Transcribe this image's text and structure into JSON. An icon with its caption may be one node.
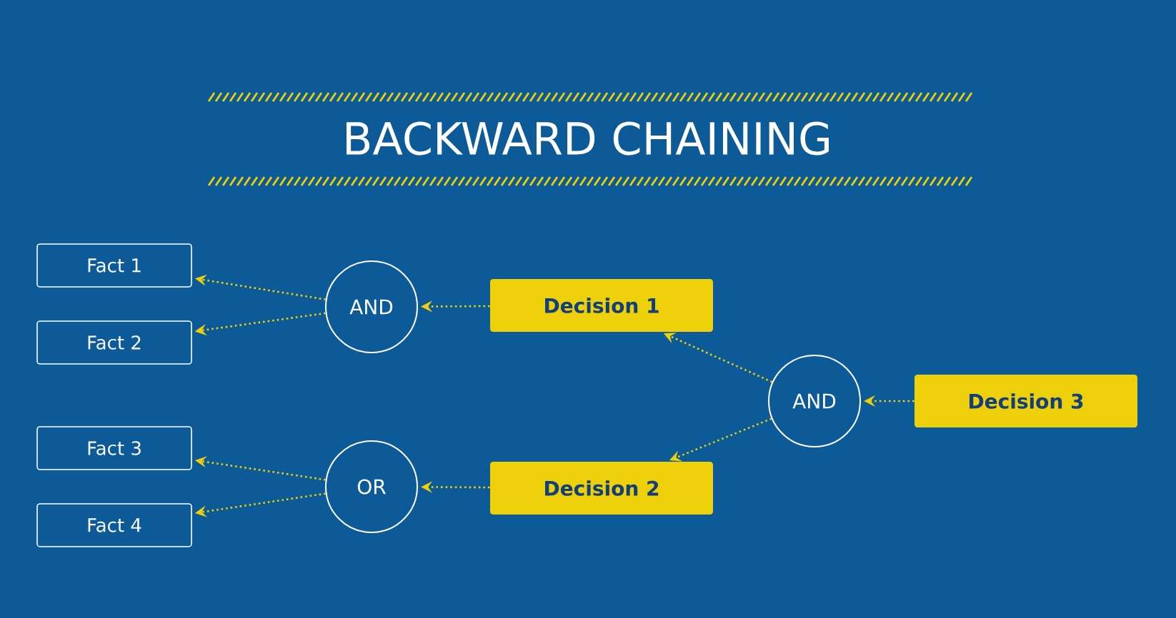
{
  "diagram": {
    "title": "BACKWARD CHAINING",
    "nodes": [
      {
        "text": [
          "Fact 1"
        ]
      },
      {
        "text": [
          "Fact 2"
        ]
      },
      {
        "text": [
          "Fact 3"
        ]
      },
      {
        "text": [
          "Fact 4"
        ]
      },
      {
        "text": [
          "AND"
        ]
      },
      {
        "text": [
          "Decision 1"
        ]
      },
      {
        "text": [
          "OR"
        ]
      },
      {
        "text": [
          "Decision 2"
        ]
      },
      {
        "text": [
          "AND"
        ]
      },
      {
        "text": [
          "Decision 3"
        ]
      }
    ],
    "edges": [
      {
        "from": 9,
        "to": 8,
        "arrow": "to"
      },
      {
        "from": 8,
        "to": 5,
        "arrow": "to"
      },
      {
        "from": 8,
        "to": 7,
        "arrow": "to"
      },
      {
        "from": 5,
        "to": 4,
        "arrow": "to"
      },
      {
        "from": 4,
        "to": 0,
        "arrow": "to"
      },
      {
        "from": 4,
        "to": 1,
        "arrow": "to"
      },
      {
        "from": 7,
        "to": 6,
        "arrow": "to"
      },
      {
        "from": 6,
        "to": 2,
        "arrow": "to"
      },
      {
        "from": 6,
        "to": 3,
        "arrow": "to"
      }
    ]
  }
}
